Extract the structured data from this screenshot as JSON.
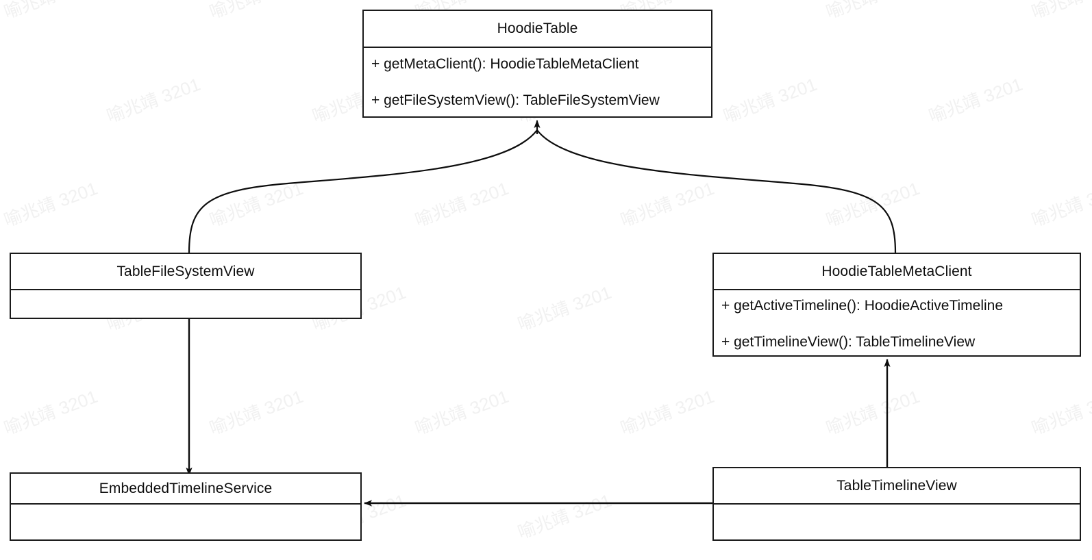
{
  "diagram": {
    "type": "uml-class-diagram",
    "background_color": "#ffffff",
    "line_color": "#1a1a1a",
    "text_color": "#0d0d0d",
    "watermark": {
      "text": "喻兆靖 3201",
      "color": "#f1f1f1",
      "rotation_deg": -20
    },
    "classes": [
      {
        "id": "hoodie-table",
        "name": "HoodieTable",
        "members": [
          "+ getMetaClient(): HoodieTableMetaClient",
          "+ getFileSystemView(): TableFileSystemView"
        ]
      },
      {
        "id": "table-file-system-view",
        "name": "TableFileSystemView",
        "members": []
      },
      {
        "id": "hoodie-table-meta-client",
        "name": "HoodieTableMetaClient",
        "members": [
          "+ getActiveTimeline(): HoodieActiveTimeline",
          "+ getTimelineView(): TableTimelineView"
        ]
      },
      {
        "id": "embedded-timeline-service",
        "name": "EmbeddedTimelineService",
        "members": []
      },
      {
        "id": "table-timeline-view",
        "name": "TableTimelineView",
        "members": []
      }
    ],
    "edges": [
      {
        "id": "edge-fsview-to-hoodietable",
        "from": "table-file-system-view",
        "to": "hoodie-table",
        "style": "curved",
        "arrowhead": "open-solid",
        "label": ""
      },
      {
        "id": "edge-metaclient-to-hoodietable",
        "from": "hoodie-table-meta-client",
        "to": "hoodie-table",
        "style": "curved",
        "arrowhead": "open-solid",
        "label": ""
      },
      {
        "id": "edge-fsview-to-embedded",
        "from": "table-file-system-view",
        "to": "embedded-timeline-service",
        "style": "straight-vertical",
        "arrowhead": "solid",
        "label": ""
      },
      {
        "id": "edge-timelineview-to-metaclient",
        "from": "table-timeline-view",
        "to": "hoodie-table-meta-client",
        "style": "straight-vertical",
        "arrowhead": "solid",
        "label": ""
      },
      {
        "id": "edge-timelineview-to-embedded",
        "from": "table-timeline-view",
        "to": "embedded-timeline-service",
        "style": "straight-horizontal",
        "arrowhead": "solid",
        "label": ""
      }
    ]
  }
}
